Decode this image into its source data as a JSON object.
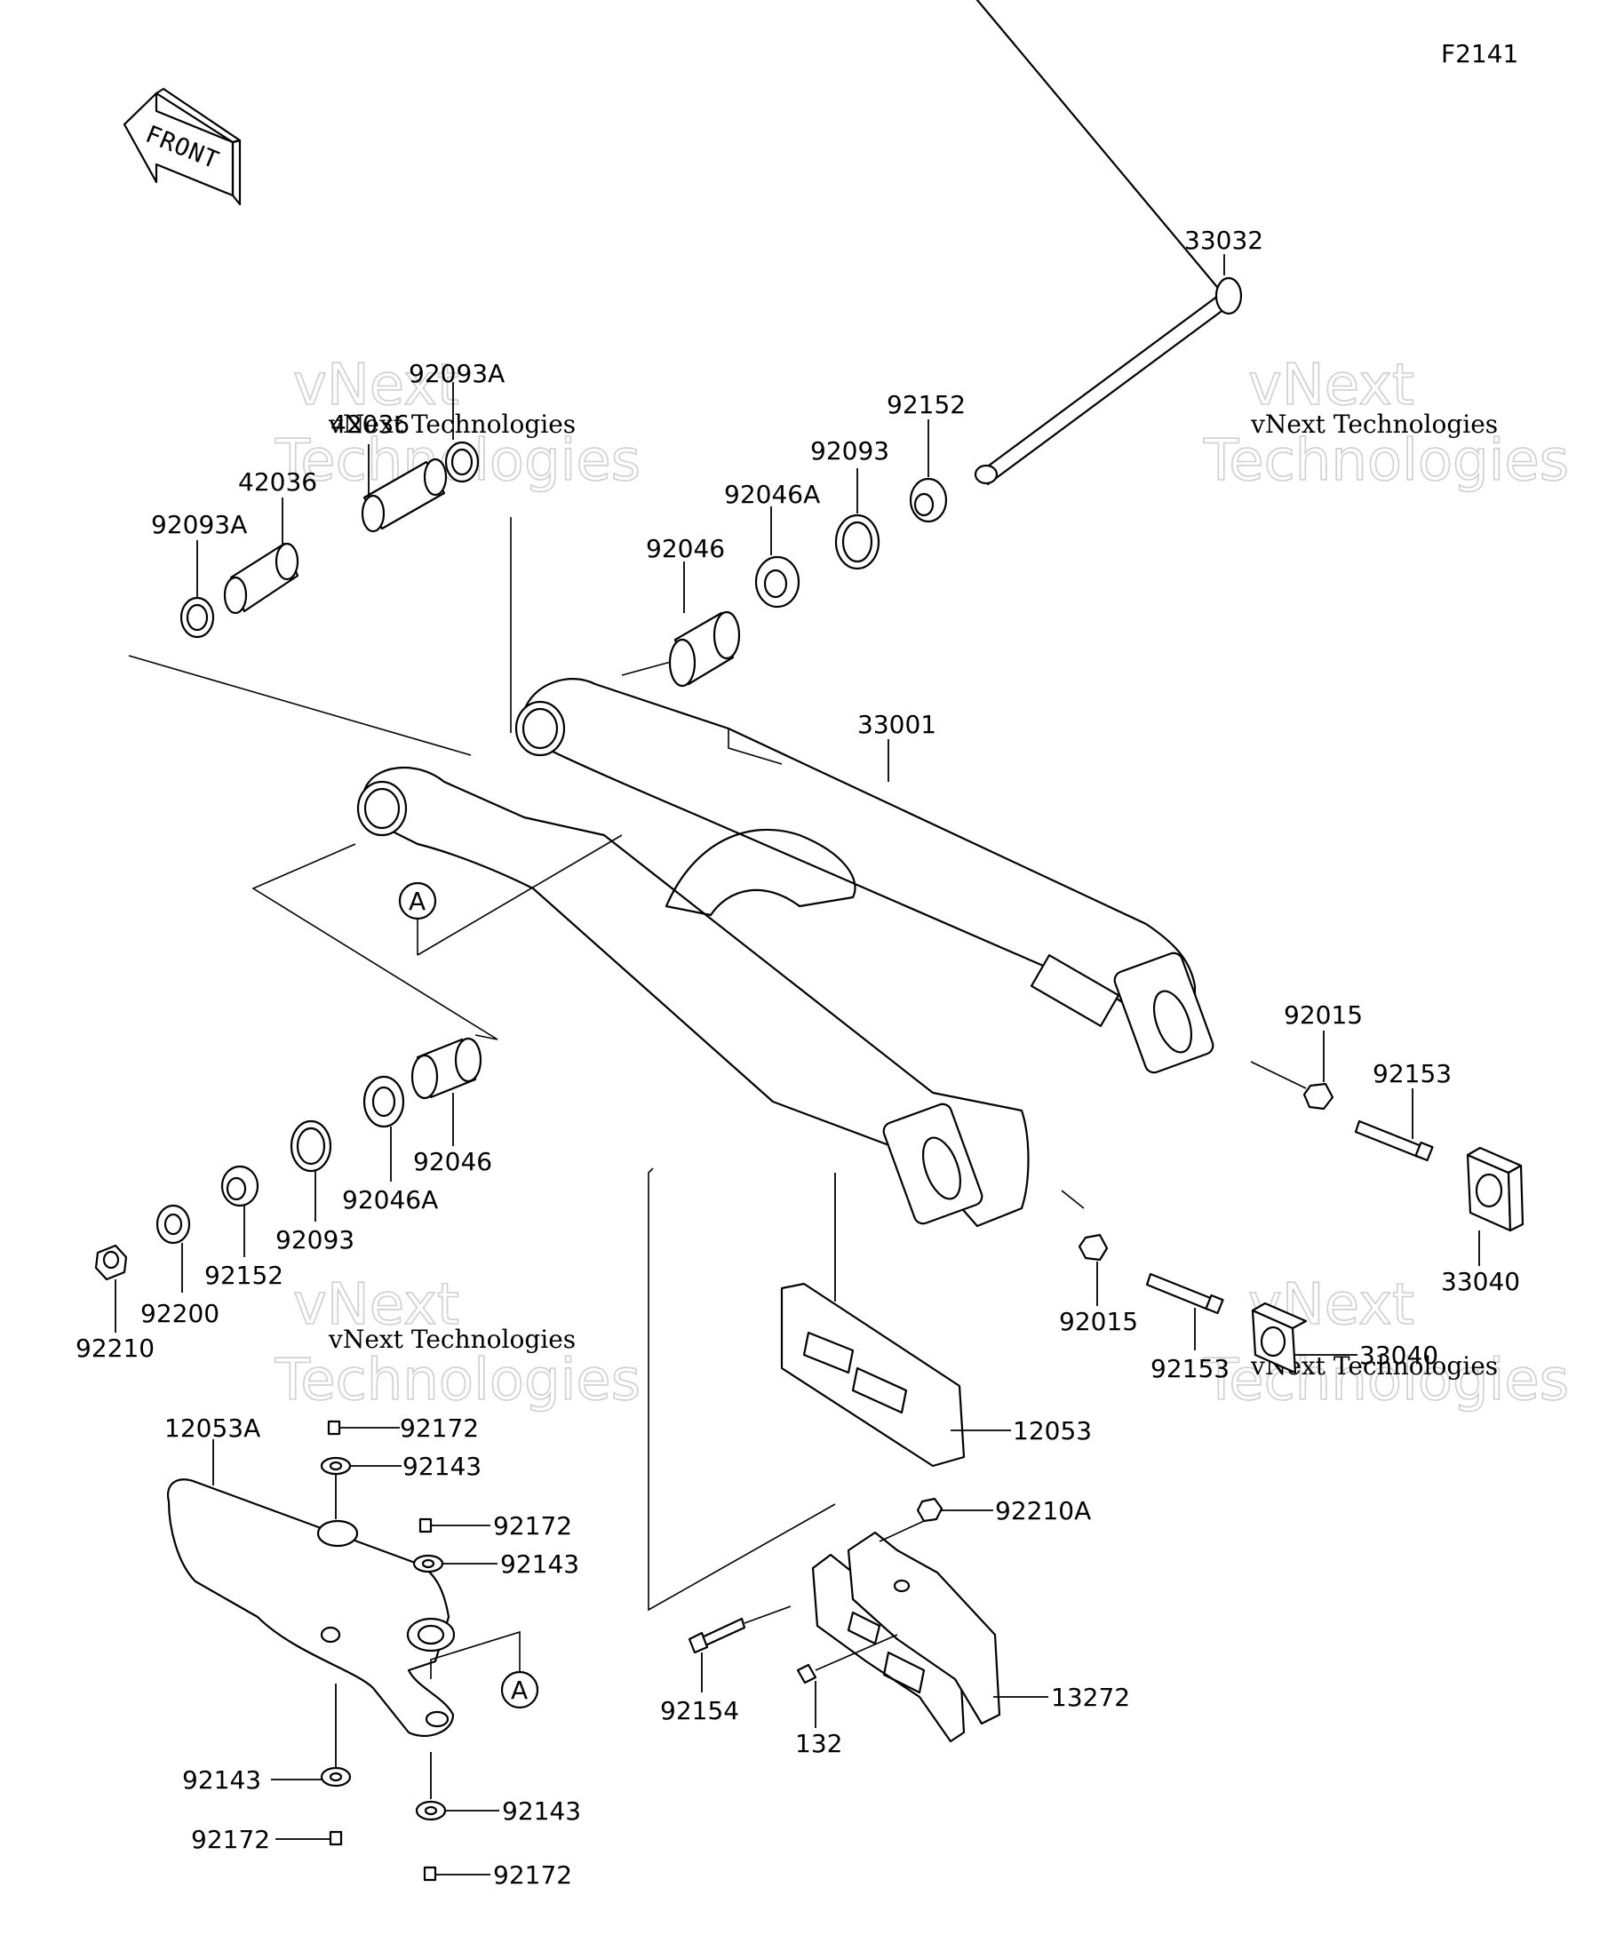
{
  "diagram_code": "F2141",
  "front_label": "FRONT",
  "ref_marker": "A",
  "watermark": {
    "line1": "vNext",
    "line2": "Technologies",
    "caption": "vNext Technologies"
  },
  "parts": {
    "p33032": "33032",
    "p92152_top": "92152",
    "p92093_top": "92093",
    "p92046A_top": "92046A",
    "p92046_top": "92046",
    "p92093A_top": "92093A",
    "p42036_top": "42036",
    "p42036_left": "42036",
    "p92093A_left": "92093A",
    "p33001": "33001",
    "p92015_right": "92015",
    "p92153_right": "92153",
    "p33040_right": "33040",
    "p92046_bottom": "92046",
    "p92046A_bottom": "92046A",
    "p92093_bottom": "92093",
    "p92152_bottom": "92152",
    "p92200": "92200",
    "p92210": "92210",
    "p92015_mid": "92015",
    "p92153_mid": "92153",
    "p33040_mid": "33040",
    "p12053": "12053",
    "p12053A": "12053A",
    "p92172_a": "92172",
    "p92143_a": "92143",
    "p92172_b": "92172",
    "p92143_b": "92143",
    "p92210A": "92210A",
    "p92154": "92154",
    "p132": "132",
    "p13272": "13272",
    "p92143_c": "92143",
    "p92143_d": "92143",
    "p92172_c": "92172",
    "p92172_d": "92172"
  }
}
